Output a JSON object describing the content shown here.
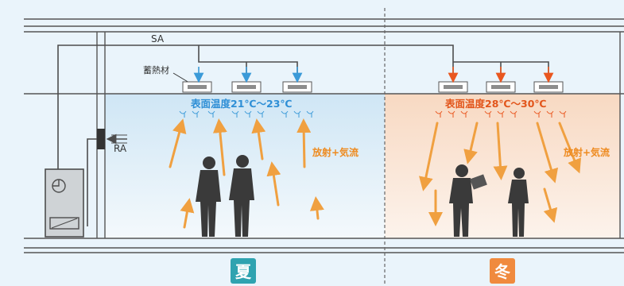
{
  "labels": {
    "supply_air": "SA",
    "return_air": "RA",
    "thermal_storage": "蓄熱材"
  },
  "summer": {
    "surface_temp": "表面温度21℃〜23℃",
    "mode_note": "放射+気流",
    "season_badge": "夏"
  },
  "winter": {
    "surface_temp": "表面温度28℃〜30℃",
    "mode_note": "放射+気流",
    "season_badge": "冬"
  },
  "colors": {
    "background": "#eaf4fb",
    "duct": "#4d4d4d",
    "cool_arrow": "#3b9ad8",
    "cool_text": "#2f8fd6",
    "warm_arrow": "#e9561f",
    "warm_text": "#e2551b",
    "air_flow": "#f0a040",
    "summer_badge": "#2fa3b0",
    "winter_badge": "#f08a3e",
    "people": "#3a3a3a"
  }
}
